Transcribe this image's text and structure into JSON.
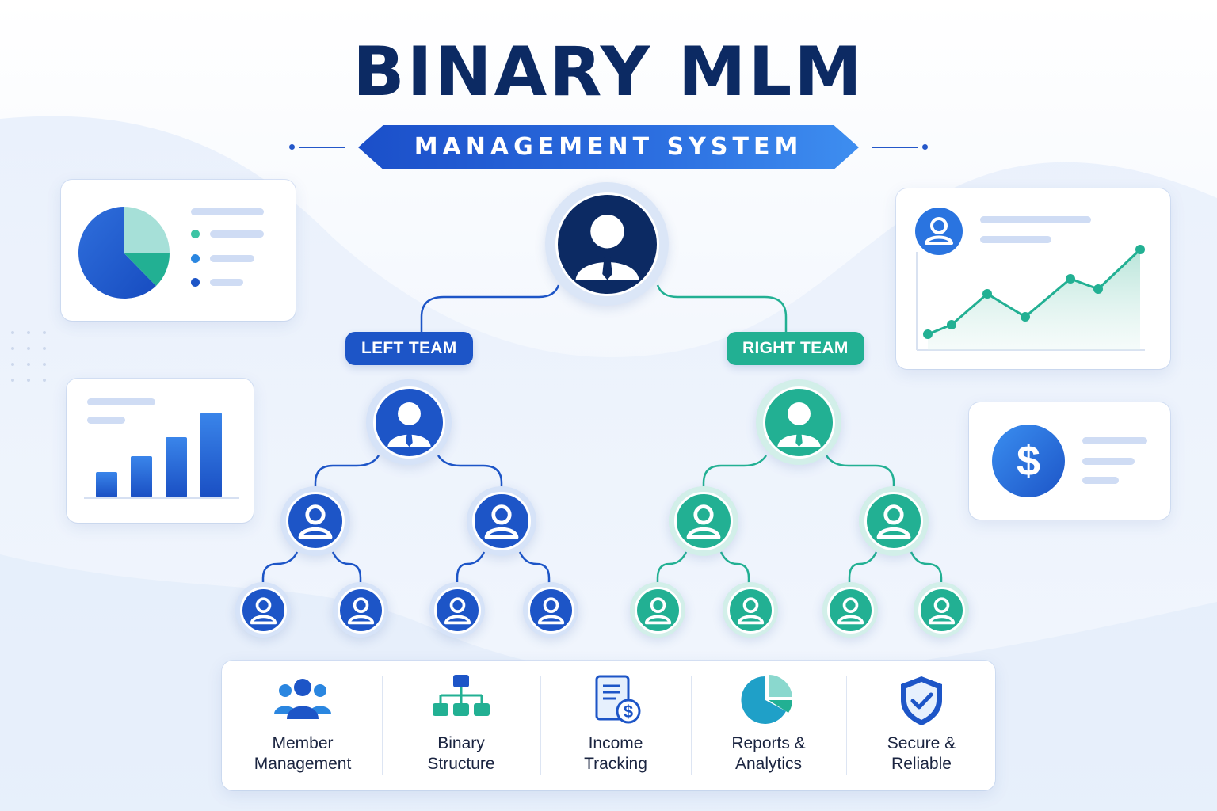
{
  "header": {
    "title": "BINARY MLM",
    "subtitle": "MANAGEMENT SYSTEM"
  },
  "tree": {
    "left_team_label": "LEFT TEAM",
    "right_team_label": "RIGHT TEAM"
  },
  "features": [
    {
      "line1": "Member",
      "line2": "Management",
      "icon": "members-icon"
    },
    {
      "line1": "Binary",
      "line2": "Structure",
      "icon": "hierarchy-icon"
    },
    {
      "line1": "Income",
      "line2": "Tracking",
      "icon": "invoice-dollar-icon"
    },
    {
      "line1": "Reports &",
      "line2": "Analytics",
      "icon": "pie-chart-icon"
    },
    {
      "line1": "Secure &",
      "line2": "Reliable",
      "icon": "shield-check-icon"
    }
  ],
  "colors": {
    "navy": "#0c2a63",
    "blue": "#1d55c7",
    "teal": "#22b093",
    "light_teal": "#a6e0d8"
  },
  "widgets": {
    "dollar_symbol": "$"
  }
}
